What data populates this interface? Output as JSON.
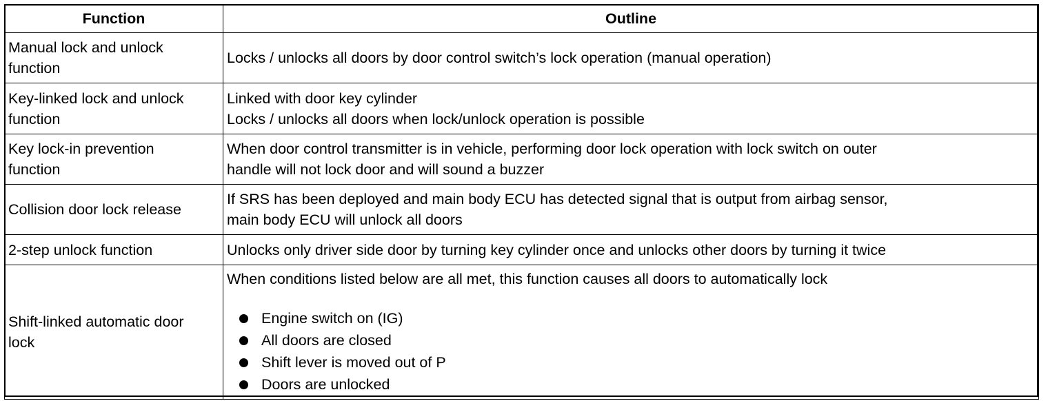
{
  "table": {
    "headers": [
      "Function",
      "Outline"
    ],
    "rows": [
      {
        "function": [
          "Manual lock and unlock",
          "function"
        ],
        "outline": [
          "Locks / unlocks all doors by door control switch’s lock operation (manual operation)"
        ]
      },
      {
        "function": [
          "Key-linked lock and unlock",
          "function"
        ],
        "outline": [
          "Linked with door key cylinder",
          "Locks / unlocks all doors when lock/unlock operation is possible"
        ]
      },
      {
        "function": [
          "Key lock-in prevention",
          "function"
        ],
        "outline": [
          "When door control transmitter is in vehicle, performing door lock operation with lock switch on outer",
          "handle will not lock door and will sound a buzzer"
        ]
      },
      {
        "function": [
          "Collision door lock release"
        ],
        "outline": [
          "If SRS has been deployed and main body ECU has detected signal that is output from airbag sensor,",
          "main body ECU will unlock all doors"
        ]
      },
      {
        "function": [
          "2-step unlock function"
        ],
        "outline": [
          "Unlocks only driver side door by turning key cylinder once and unlocks other doors by turning it twice"
        ]
      },
      {
        "function": [
          "Shift-linked automatic door",
          "lock"
        ],
        "outline": [
          "When conditions listed below are all met, this function causes all doors to automatically lock"
        ],
        "conditions": [
          "Engine switch on (IG)",
          "All doors are closed",
          "Shift lever is moved out of P",
          "Doors are unlocked"
        ]
      }
    ]
  }
}
